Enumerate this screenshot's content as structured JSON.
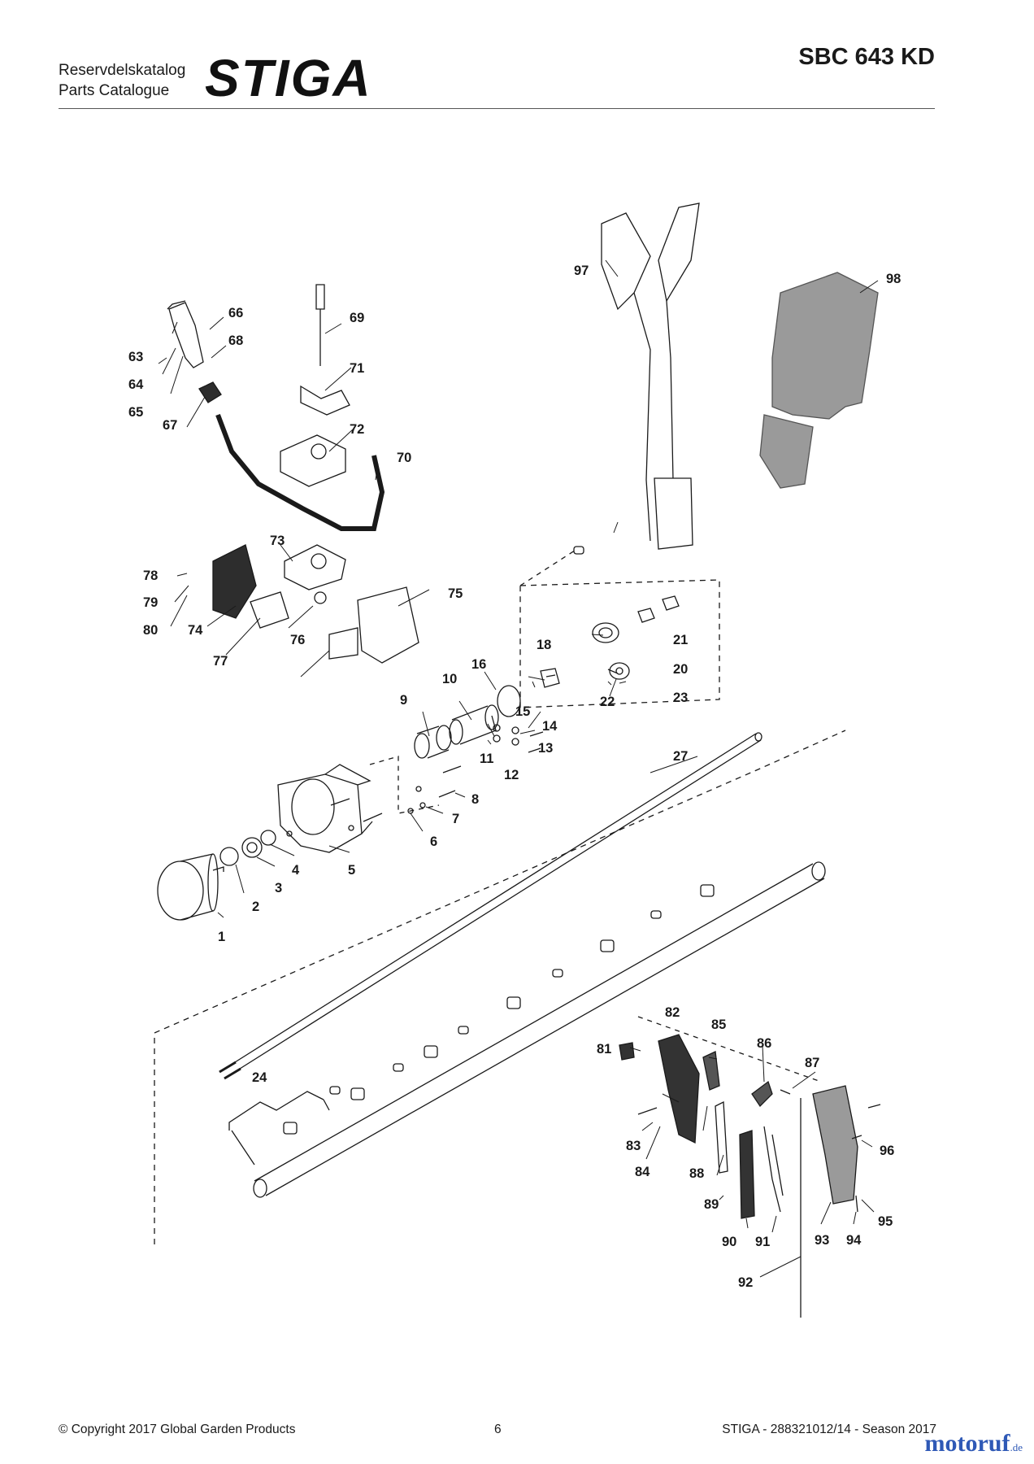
{
  "header": {
    "line1": "Reservdelskatalog",
    "line2": "Parts Catalogue",
    "brand": "STIGA",
    "model": "SBC 643 KD"
  },
  "footer": {
    "copyright": "© Copyright 2017 Global Garden Products",
    "page": "6",
    "reference": "STIGA - 288321012/14 - Season 2017"
  },
  "watermark": {
    "name": "motoruf",
    "suffix": ".de"
  },
  "parts": [
    "1",
    "2",
    "3",
    "4",
    "5",
    "6",
    "7",
    "8",
    "9",
    "10",
    "11",
    "12",
    "13",
    "14",
    "15",
    "16",
    "18",
    "20",
    "21",
    "22",
    "23",
    "24",
    "27",
    "63",
    "64",
    "65",
    "66",
    "67",
    "68",
    "69",
    "70",
    "71",
    "72",
    "73",
    "74",
    "75",
    "76",
    "77",
    "78",
    "79",
    "80",
    "81",
    "82",
    "83",
    "84",
    "85",
    "86",
    "87",
    "88",
    "89",
    "90",
    "91",
    "92",
    "93",
    "94",
    "95",
    "96",
    "97",
    "98"
  ],
  "colors": {
    "line": "#1a1a1a",
    "gray_part": "#9a9a9a",
    "dark_part": "#333333",
    "watermark": "#2f59b6"
  }
}
